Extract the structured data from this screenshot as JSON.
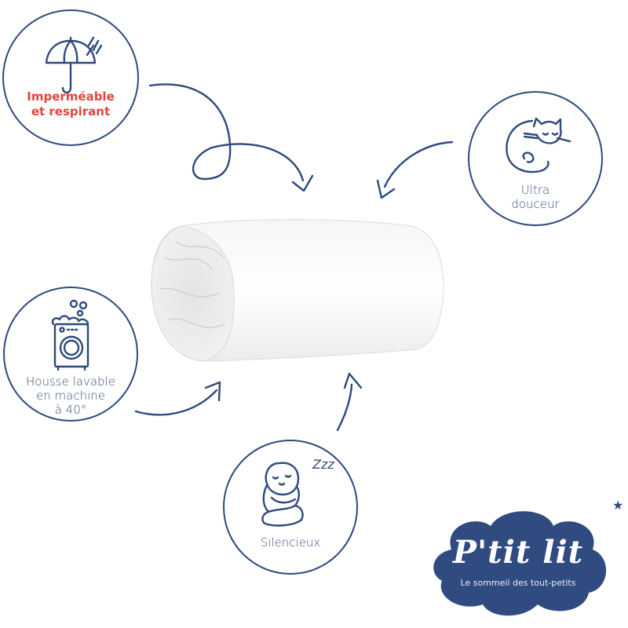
{
  "features": [
    {
      "id": "waterproof",
      "icon": "umbrella-rain-icon",
      "label_line1": "Imperméable",
      "label_line2": "et respirant",
      "color": "#e2453a"
    },
    {
      "id": "softness",
      "icon": "sleeping-cat-icon",
      "label_line1": "Ultra",
      "label_line2": "douceur",
      "color": "#3a4f7a"
    },
    {
      "id": "washable",
      "icon": "washing-machine-icon",
      "label_line1": "Housse lavable",
      "label_line2": "en machine",
      "label_line3": "à 40°",
      "color": "#3a4f7a"
    },
    {
      "id": "silent",
      "icon": "sleeping-sloth-icon",
      "label_line1": "Silencieux",
      "zzz": "Zzz",
      "color": "#3a4f7a"
    }
  ],
  "product": {
    "name": "rolled-white-mattress-protector"
  },
  "brand": {
    "name": "P'tit lit",
    "tagline": "Le sommeil des tout-petits",
    "color": "#2f4b80",
    "star": "★"
  },
  "colors": {
    "line": "#2d4a7c",
    "accent": "#e2453a"
  }
}
